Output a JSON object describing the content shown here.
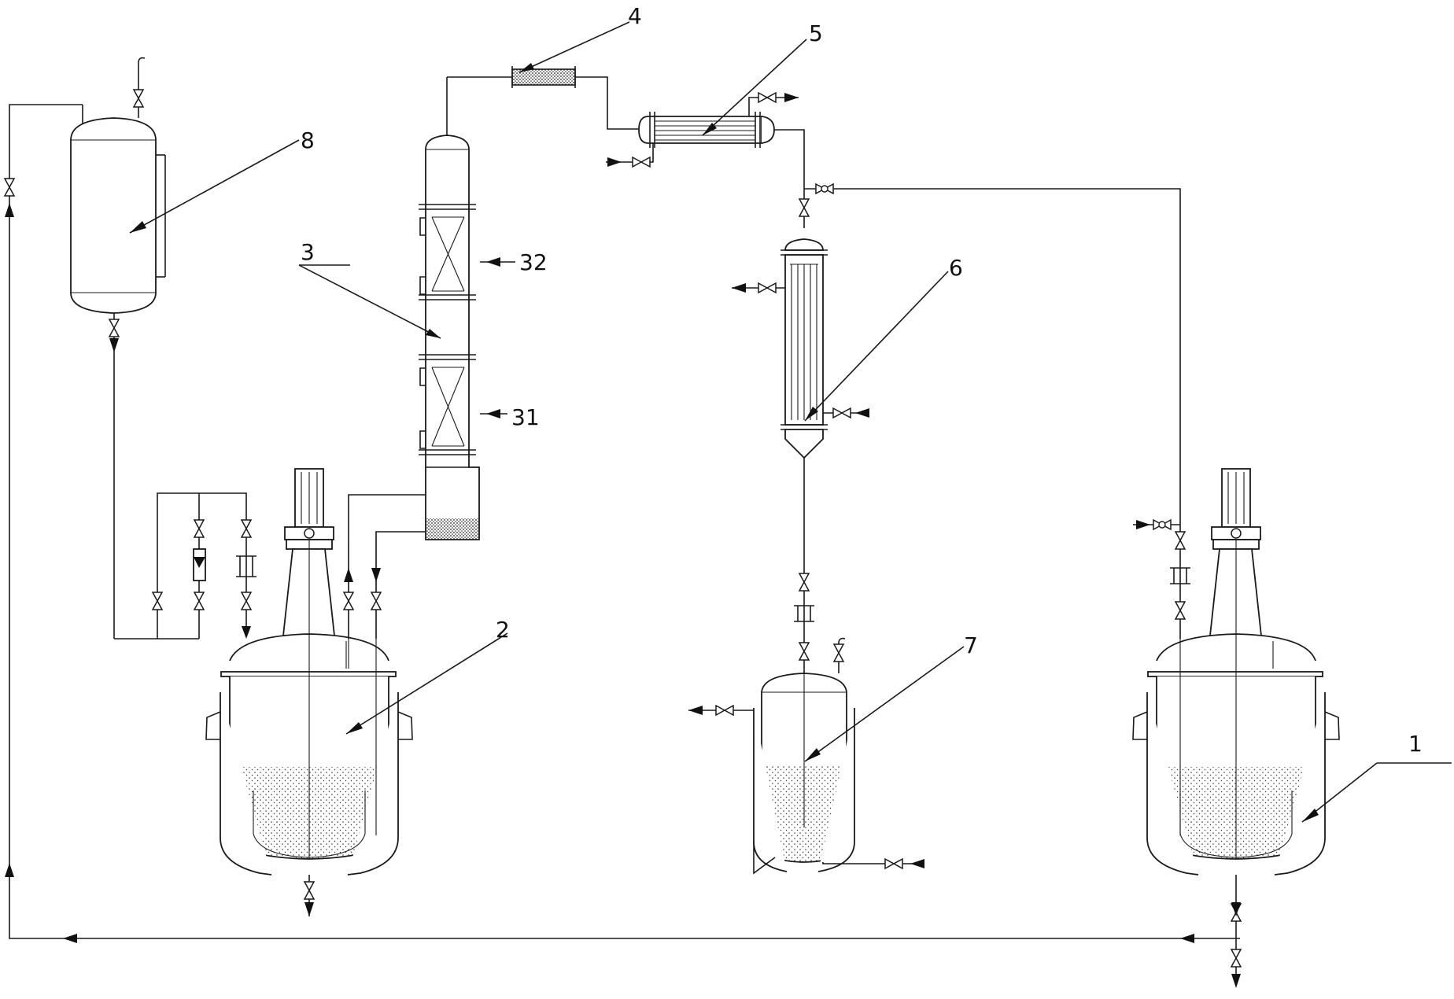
{
  "labels": {
    "l1": "1",
    "l2": "2",
    "l3": "3",
    "l31": "31",
    "l32": "32",
    "l4": "4",
    "l5": "5",
    "l6": "6",
    "l7": "7",
    "l8": "8"
  },
  "colors": {
    "line": "#1a1a1a",
    "background": "#ffffff"
  }
}
